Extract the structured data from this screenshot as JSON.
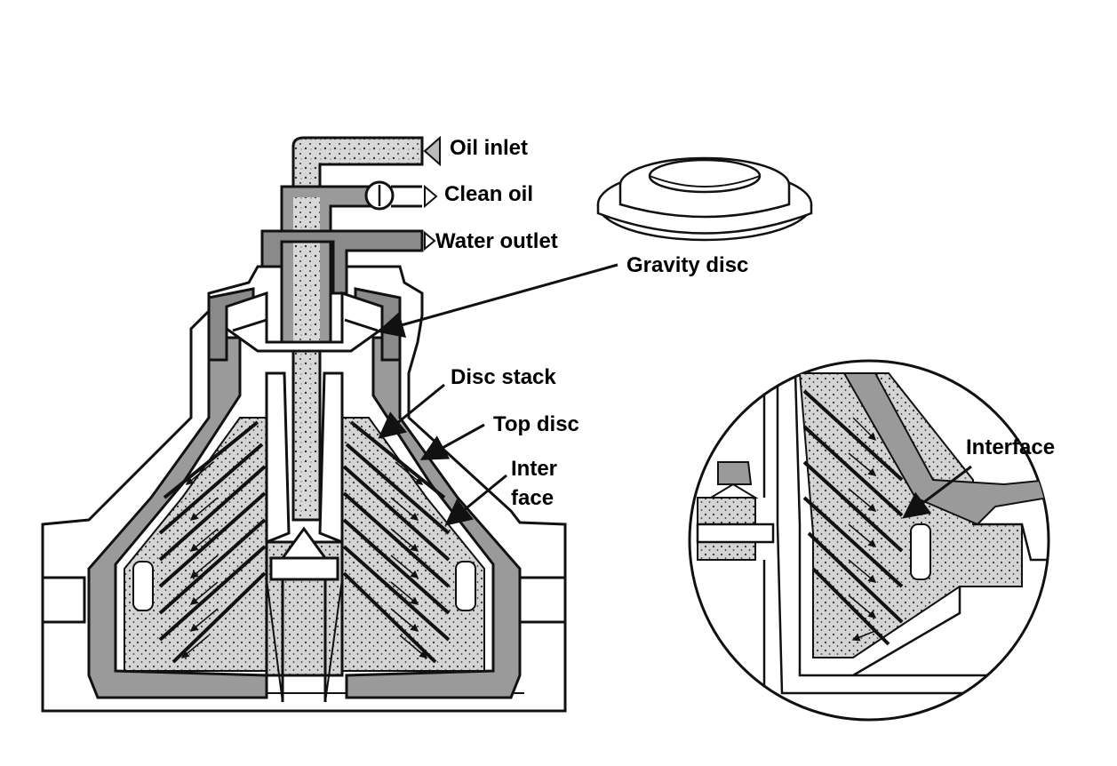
{
  "labels": {
    "oil_inlet": "Oil inlet",
    "clean_oil": "Clean oil",
    "water_outlet": "Water outlet",
    "gravity_disc": "Gravity disc",
    "disc_stack": "Disc stack",
    "top_disc": "Top disc",
    "inter": "Inter",
    "face": "face",
    "interface": "Interface"
  },
  "colors": {
    "ink": "#111111",
    "oil_fill": "#cfcfcf",
    "wall_fill": "#8a8a8a",
    "paper": "#ffffff"
  }
}
